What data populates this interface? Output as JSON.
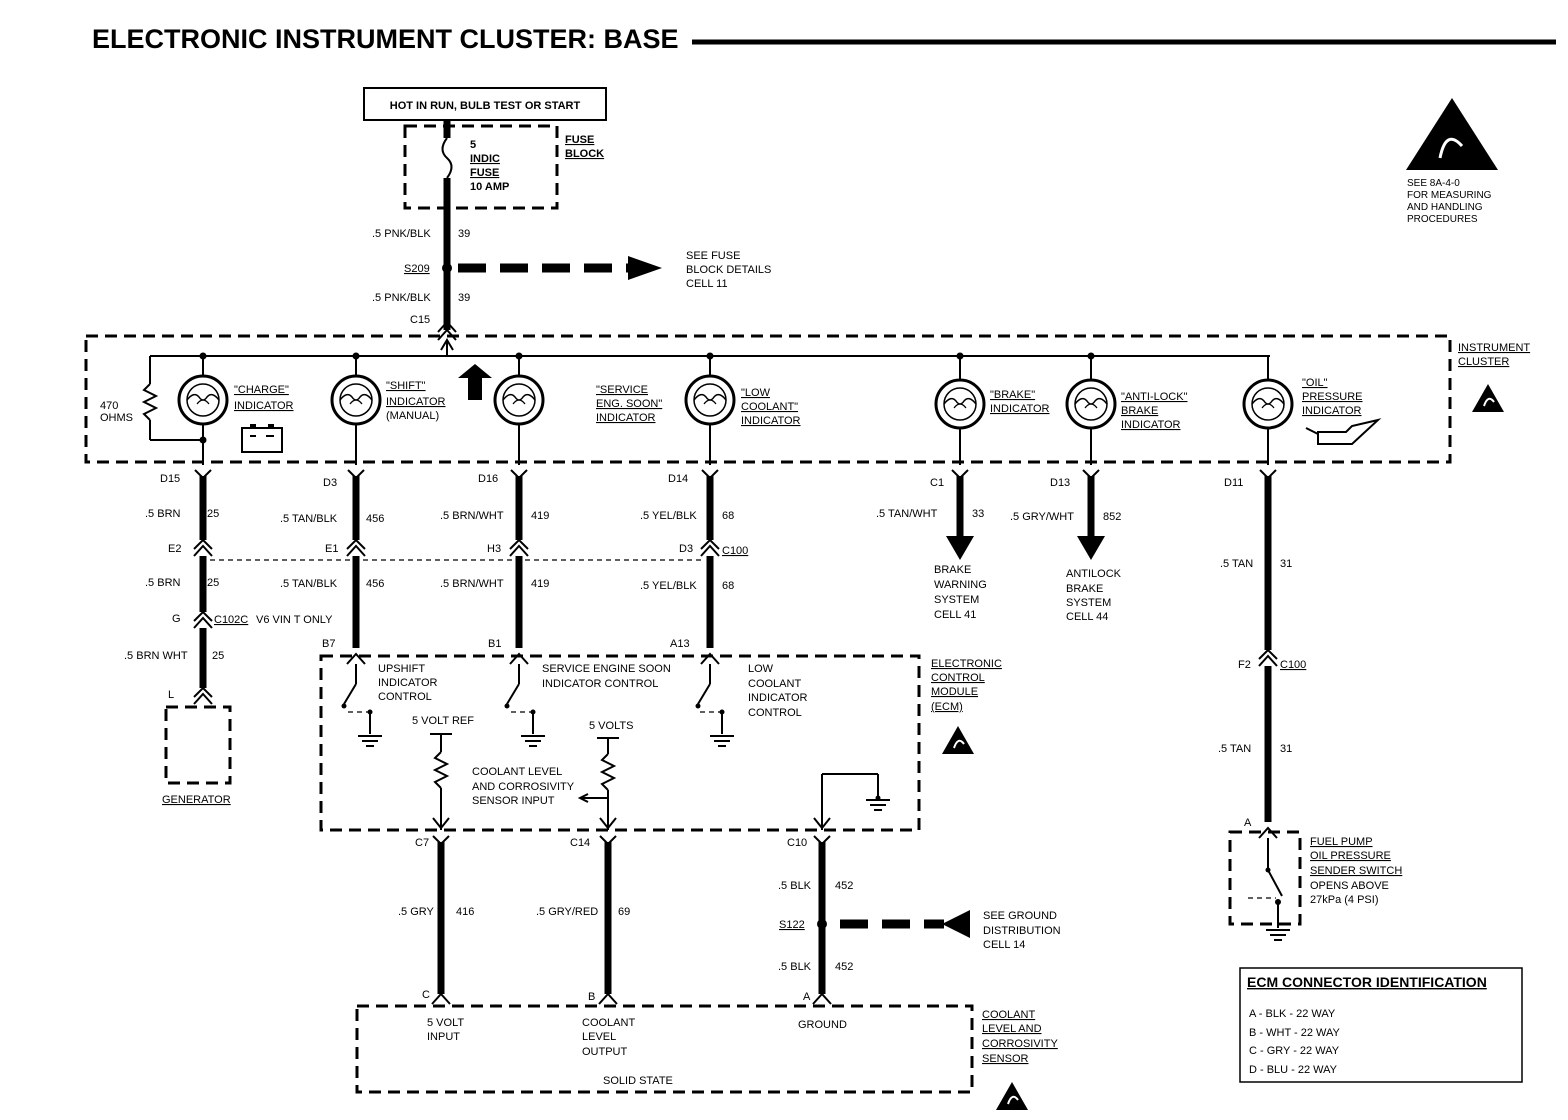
{
  "title": "ELECTRONIC INSTRUMENT CLUSTER: BASE",
  "power_box": "HOT IN RUN, BULB TEST OR START",
  "fuse": {
    "num": "5",
    "name1": "INDIC",
    "name2": "FUSE",
    "amp": "10 AMP",
    "block1": "FUSE",
    "block2": "BLOCK"
  },
  "esd_note": [
    "SEE 8A-4-0",
    "FOR MEASURING",
    "AND HANDLING",
    "PROCEDURES"
  ],
  "splice_s209": "S209",
  "fuse_ref": [
    "SEE FUSE",
    "BLOCK DETAILS",
    "CELL 11"
  ],
  "wire_pnk_blk": ".5 PNK/BLK",
  "circuit_39": "39",
  "c15": "C15",
  "cluster_label": [
    "INSTRUMENT",
    "CLUSTER"
  ],
  "resistor": [
    "470",
    "OHMS"
  ],
  "indicators": {
    "charge": [
      "\"CHARGE\"",
      "INDICATOR"
    ],
    "shift": [
      "\"SHIFT\"",
      "INDICATOR",
      "(MANUAL)"
    ],
    "service": [
      "\"SERVICE",
      "ENG. SOON\"",
      "INDICATOR"
    ],
    "coolant": [
      "\"LOW",
      "COOLANT\"",
      "INDICATOR"
    ],
    "brake": [
      "\"BRAKE\"",
      "INDICATOR"
    ],
    "antilock": [
      "\"ANTI-LOCK\"",
      "BRAKE",
      "INDICATOR"
    ],
    "oil": [
      "\"OIL\"",
      "PRESSURE",
      "INDICATOR"
    ]
  },
  "pins": {
    "d15": "D15",
    "d3": "D3",
    "d16": "D16",
    "d14": "D14",
    "c1": "C1",
    "d13": "D13",
    "d11": "D11",
    "e2": "E2",
    "e1": "E1",
    "h3": "H3",
    "d3b": "D3",
    "c100": "C100",
    "g": "G",
    "c102c": "C102C",
    "v6": "V6 VIN T ONLY",
    "l": "L",
    "b7": "B7",
    "b1": "B1",
    "a13": "A13",
    "f2": "F2",
    "a": "A",
    "c7": "C7",
    "c14": "C14",
    "c10": "C10",
    "sc": "C",
    "sb": "B",
    "sa": "A"
  },
  "wires": {
    "brn": ".5 BRN",
    "c25": "25",
    "brn_wht": ".5 BRN WHT",
    "tan_blk": ".5 TAN/BLK",
    "c456": "456",
    "brnwht": ".5 BRN/WHT",
    "c419": "419",
    "yel_blk": ".5 YEL/BLK",
    "c68": "68",
    "tan_wht": ".5 TAN/WHT",
    "c33": "33",
    "gry_wht": ".5 GRY/WHT",
    "c852": "852",
    "tan": ".5 TAN",
    "c31": "31",
    "gry": ".5 GRY",
    "c416": "416",
    "gry_red": ".5 GRY/RED",
    "c69": "69",
    "blk": ".5 BLK",
    "c452": "452"
  },
  "brake_ref": [
    "BRAKE",
    "WARNING",
    "SYSTEM",
    "CELL 41"
  ],
  "antilock_ref": [
    "ANTILOCK",
    "BRAKE",
    "SYSTEM",
    "CELL 44"
  ],
  "generator": "GENERATOR",
  "ecm": {
    "label": [
      "ELECTRONIC",
      "CONTROL",
      "MODULE",
      "(ECM)"
    ],
    "upshift": [
      "UPSHIFT",
      "INDICATOR",
      "CONTROL"
    ],
    "ses": [
      "SERVICE ENGINE SOON",
      "INDICATOR CONTROL"
    ],
    "lowcool": [
      "LOW",
      "COOLANT",
      "INDICATOR",
      "CONTROL"
    ],
    "vref": "5 VOLT REF",
    "volts": "5 VOLTS",
    "sensor_input": [
      "COOLANT LEVEL",
      "AND CORROSIVITY",
      "SENSOR INPUT"
    ]
  },
  "oil_switch": [
    "FUEL PUMP",
    "OIL PRESSURE",
    "SENDER SWITCH",
    "OPENS ABOVE",
    "27kPa (4 PSI)"
  ],
  "s122": "S122",
  "ground_ref": [
    "SEE GROUND",
    "DISTRIBUTION",
    "CELL 14"
  ],
  "sensor": {
    "five_volt": [
      "5 VOLT",
      "INPUT"
    ],
    "coolant_out": [
      "COOLANT",
      "LEVEL",
      "OUTPUT"
    ],
    "ground": "GROUND",
    "solid": "SOLID STATE",
    "label": [
      "COOLANT",
      "LEVEL AND",
      "CORROSIVITY",
      "SENSOR"
    ]
  },
  "ecm_conn": {
    "title": "ECM CONNECTOR IDENTIFICATION",
    "rows": [
      "A - BLK - 22 WAY",
      "B - WHT - 22 WAY",
      "C - GRY - 22 WAY",
      "D - BLU - 22 WAY"
    ]
  }
}
